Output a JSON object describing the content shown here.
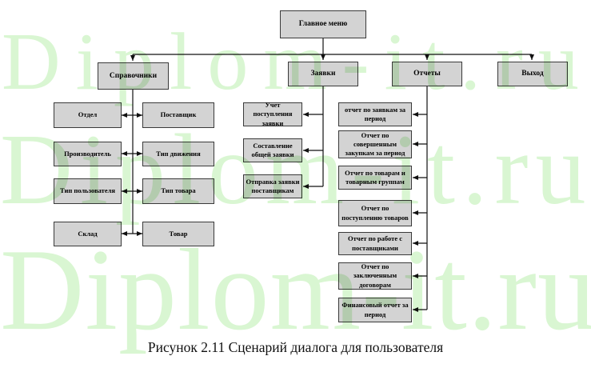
{
  "watermark": {
    "text": "Diplom-it.ru",
    "color": "#d9f6d2"
  },
  "colors": {
    "box_fill": "#d3d3d3",
    "box_border": "#3a3a3a",
    "connector": "#111111"
  },
  "caption": "Рисунок 2.11 Сценарий диалога для пользователя",
  "diagram": {
    "main_menu": "Главное меню",
    "branches": {
      "spravochniki": "Справочники",
      "zayavki": "Заявки",
      "otchety": "Отчеты",
      "vyhod": "Выход"
    },
    "spravochniki_items": [
      "Отдел",
      "Поставщик",
      "Производитель",
      "Тип движения",
      "Тип пользователя",
      "Тип товара",
      "Склад",
      "Товар"
    ],
    "zayavki_items": [
      "Учет поступления заявки",
      "Составление общей заявки",
      "Отправка заявки поставщикам"
    ],
    "otchety_items": [
      "отчет по заявкам за период",
      "Отчет по совершенным закупкам за период",
      "Отчет по товарам и товарным группам",
      "Отчет по поступлению товаров",
      "Отчет по работе с поставщиками",
      "Отчет по заключенным договорам",
      "Финансовый отчет за период"
    ]
  }
}
